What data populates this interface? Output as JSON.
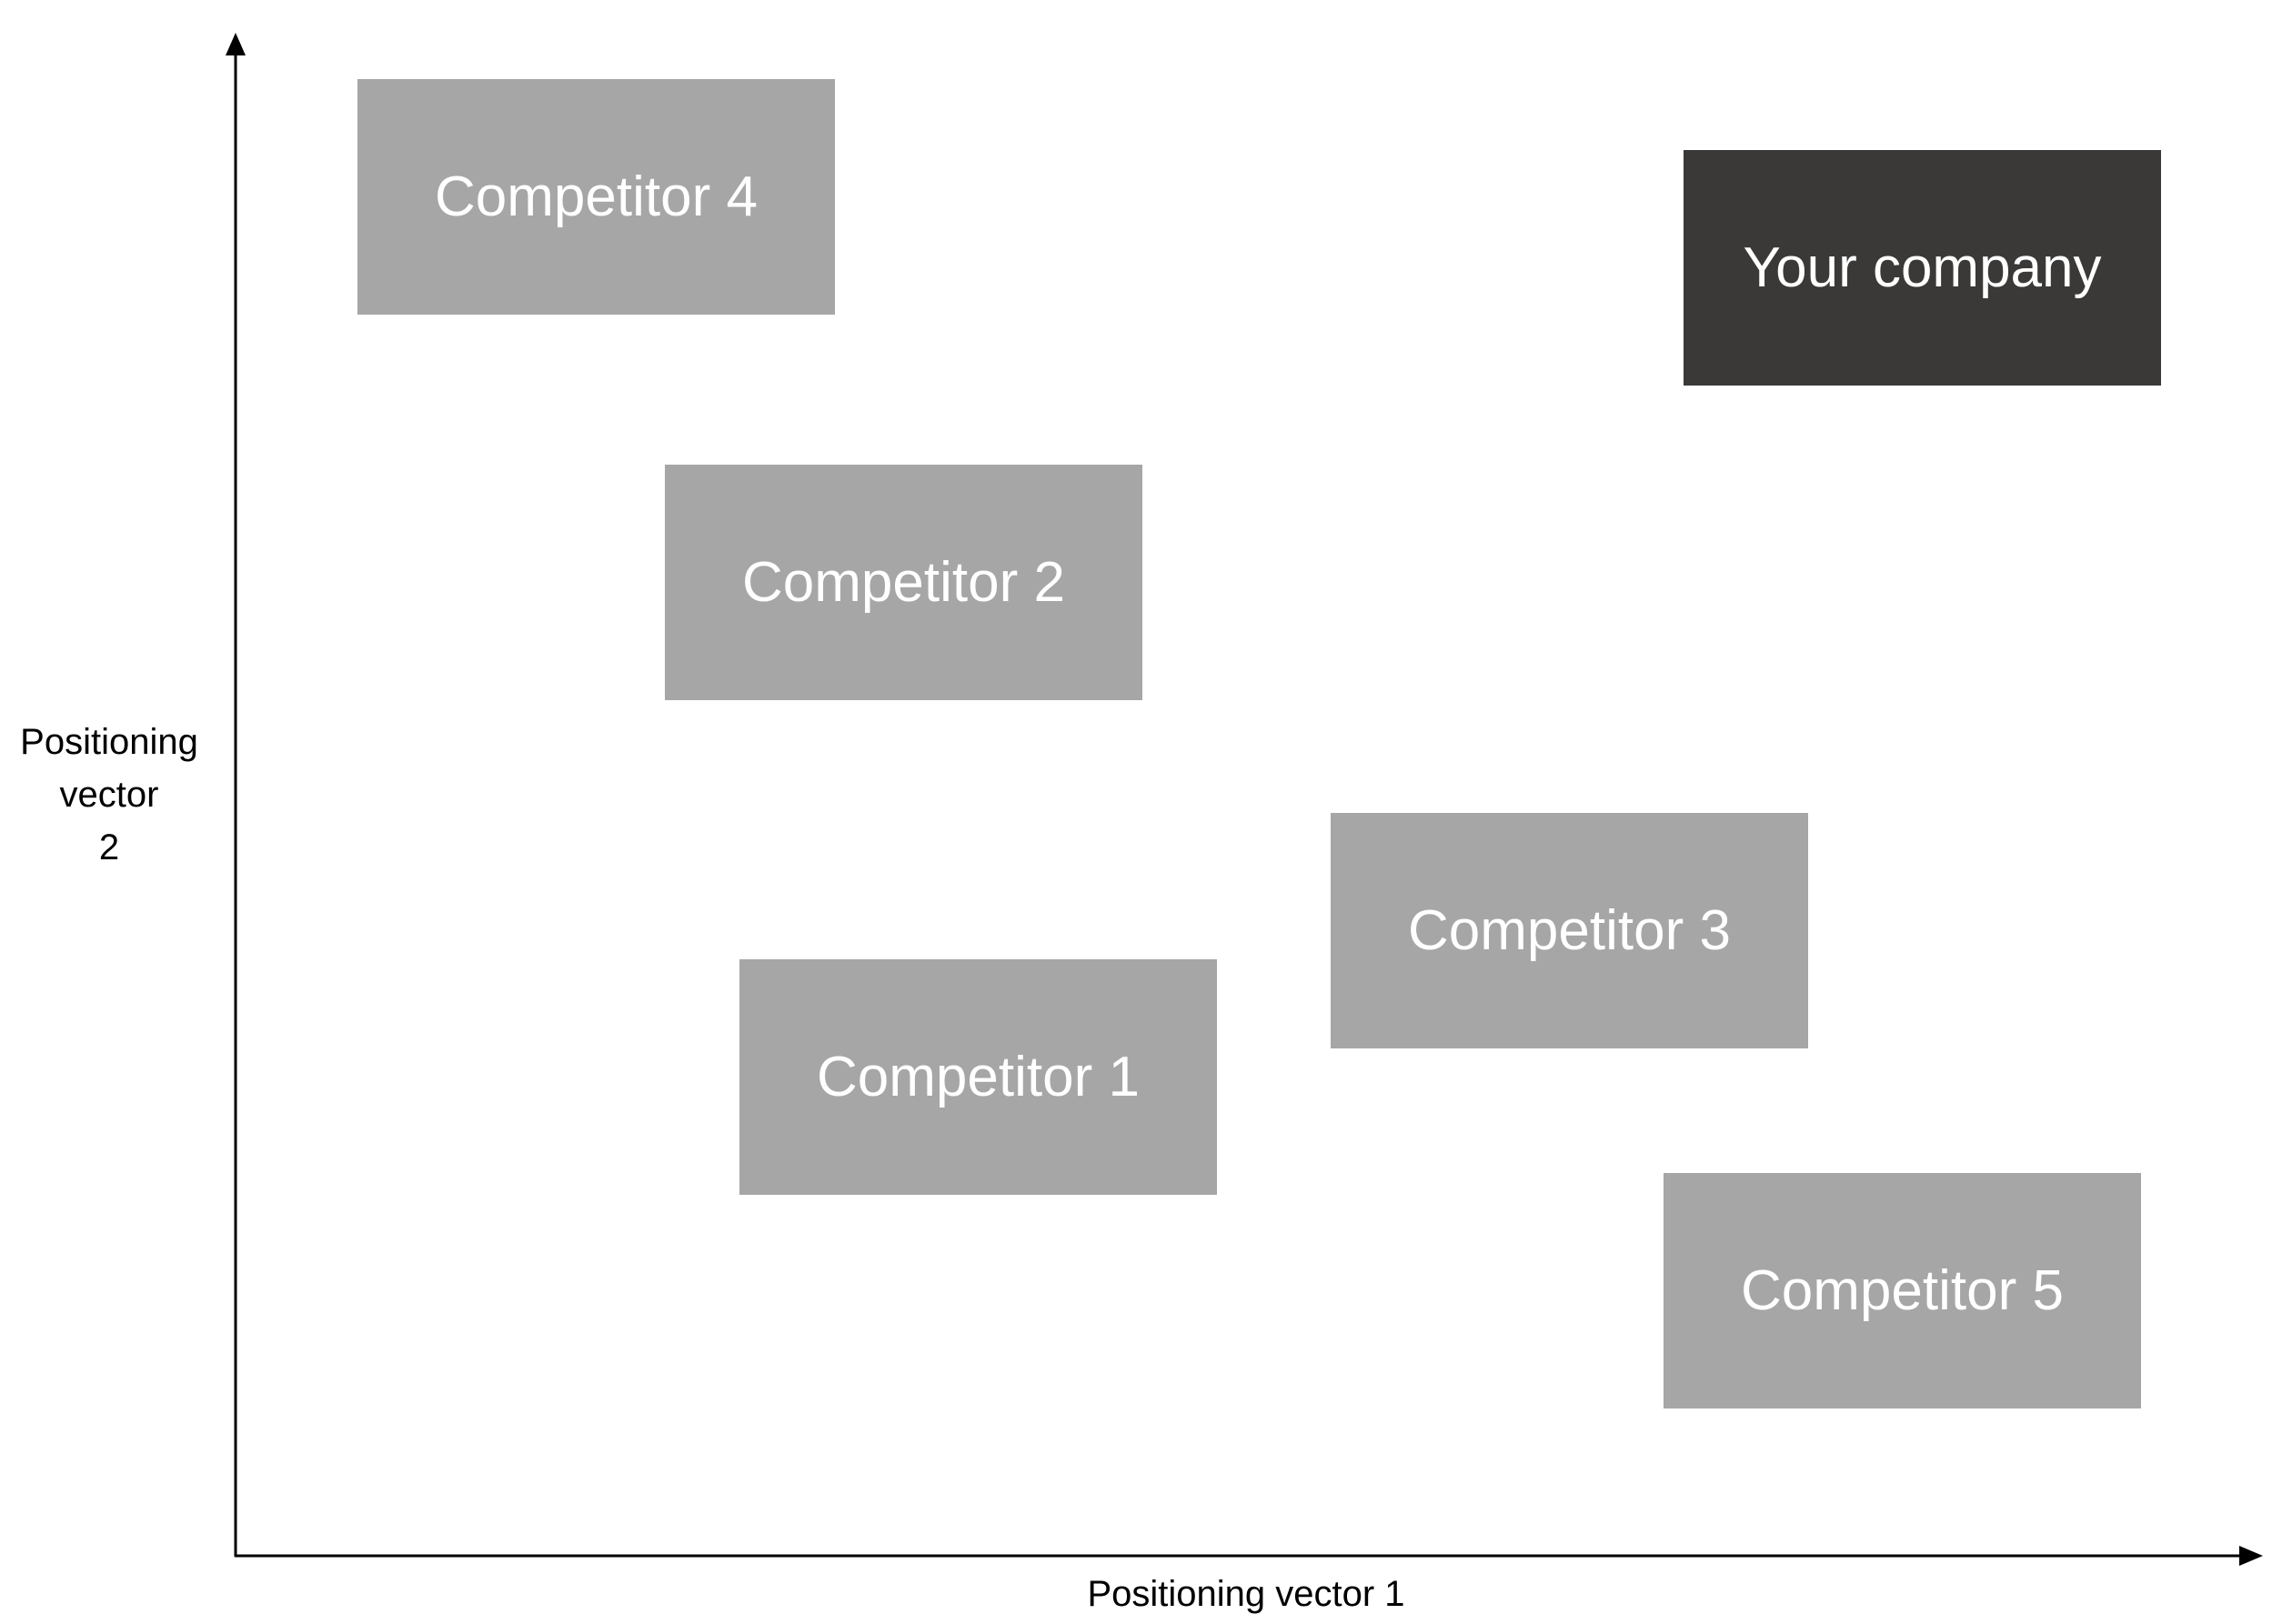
{
  "axes": {
    "x_label": "Positioning vector 1",
    "y_label_lines": [
      "Positioning",
      "vector",
      "2"
    ]
  },
  "colors": {
    "competitor_fill": "#a6a6a6",
    "highlight_fill": "#3a3937",
    "axis": "#000000"
  },
  "entities": [
    {
      "id": "competitor-4",
      "label": "Competitor 4",
      "highlight": false
    },
    {
      "id": "your-company",
      "label": "Your company",
      "highlight": true
    },
    {
      "id": "competitor-2",
      "label": "Competitor 2",
      "highlight": false
    },
    {
      "id": "competitor-3",
      "label": "Competitor 3",
      "highlight": false
    },
    {
      "id": "competitor-1",
      "label": "Competitor 1",
      "highlight": false
    },
    {
      "id": "competitor-5",
      "label": "Competitor 5",
      "highlight": false
    }
  ]
}
